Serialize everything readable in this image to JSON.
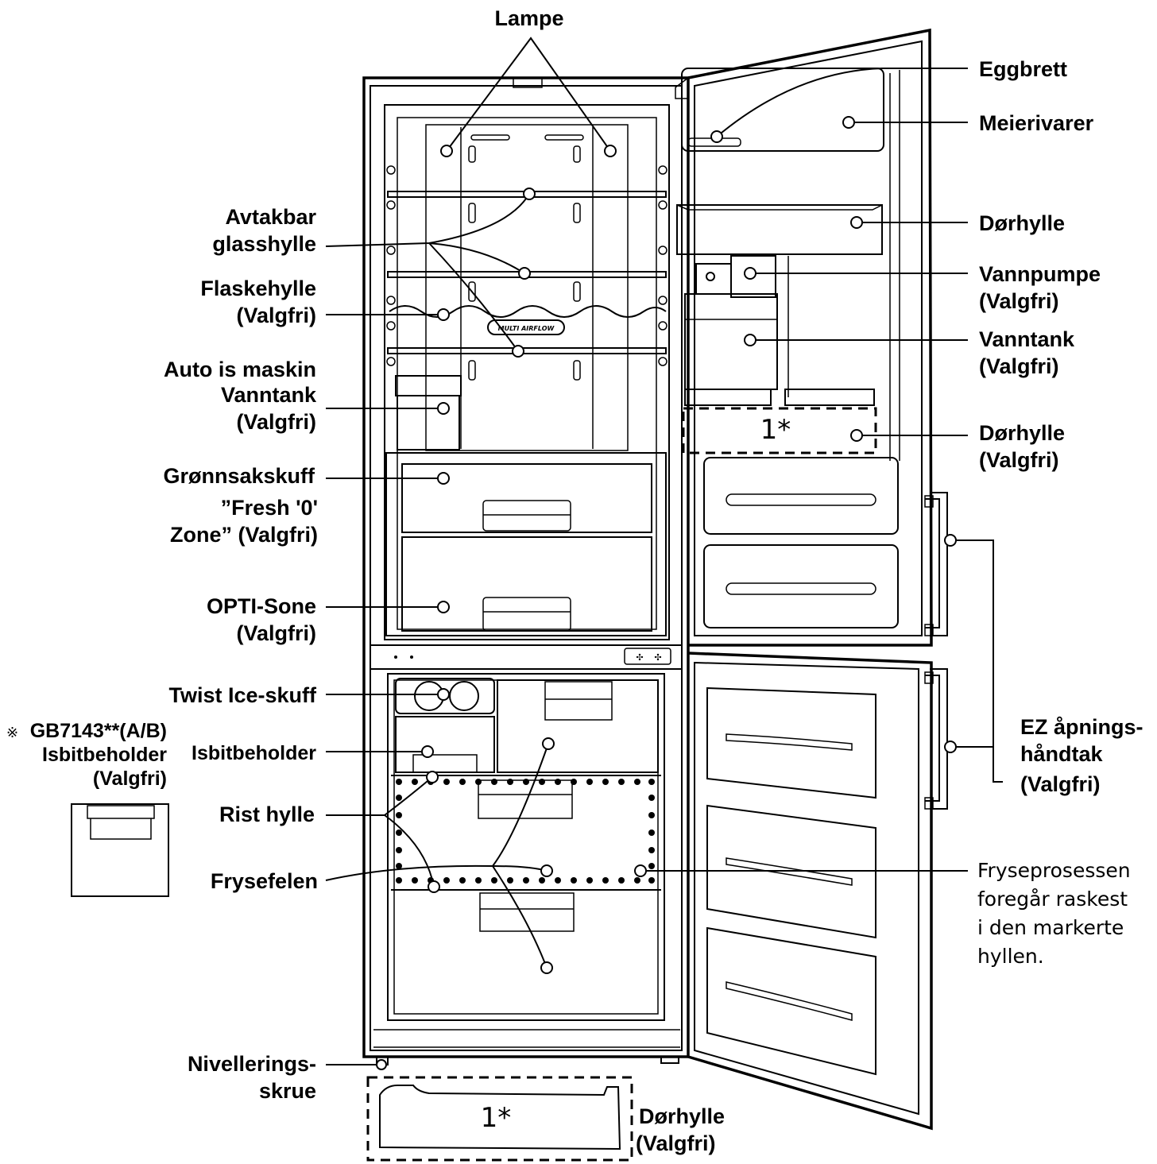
{
  "labels": {
    "lampe": "Lampe",
    "eggbrett": "Eggbrett",
    "meierivarer": "Meierivarer",
    "dorhylle_top": "Dørhylle",
    "vannpumpe_1": "Vannpumpe",
    "vannpumpe_2": "(Valgfri)",
    "vanntank_1": "Vanntank",
    "vanntank_2": "(Valgfri)",
    "dorhylle_mid_1": "Dørhylle",
    "dorhylle_mid_2": "(Valgfri)",
    "ez_1": "EZ åpnings-",
    "ez_2": "håndtak",
    "ez_3": "(Valgfri)",
    "avtakbar_1": "Avtakbar",
    "avtakbar_2": "glasshylle",
    "flaske_1": "Flaskehylle",
    "flaske_2": "(Valgfri)",
    "autois_1": "Auto is maskin",
    "autois_2": "Vanntank",
    "autois_3": "(Valgfri)",
    "gronn": "Grønnsakskuff",
    "fresh_1": "”Fresh '0'",
    "fresh_2": "Zone” (Valgfri)",
    "opti_1": "OPTI-Sone",
    "opti_2": "(Valgfri)",
    "twist": "Twist Ice-skuff",
    "gb_1": "GB7143**(A/B)",
    "gb_mark": "※",
    "gb_2": "Isbitbeholder",
    "gb_3": "(Valgfri)",
    "isbit": "Isbitbeholder",
    "rist": "Rist hylle",
    "frysefelen": "Frysefelen",
    "note_1": "Fryseprosessen",
    "note_2": "foregår raskest",
    "note_3": "i den markerte",
    "note_4": "hyllen.",
    "niv_1": "Nivellerings-",
    "niv_2": "skrue",
    "dorhylle_bot_1": "Dørhylle",
    "dorhylle_bot_2": "(Valgfri)",
    "mark_top": "1*",
    "mark_bottom": "1*",
    "airflow": "MULTI AIRFLOW"
  }
}
